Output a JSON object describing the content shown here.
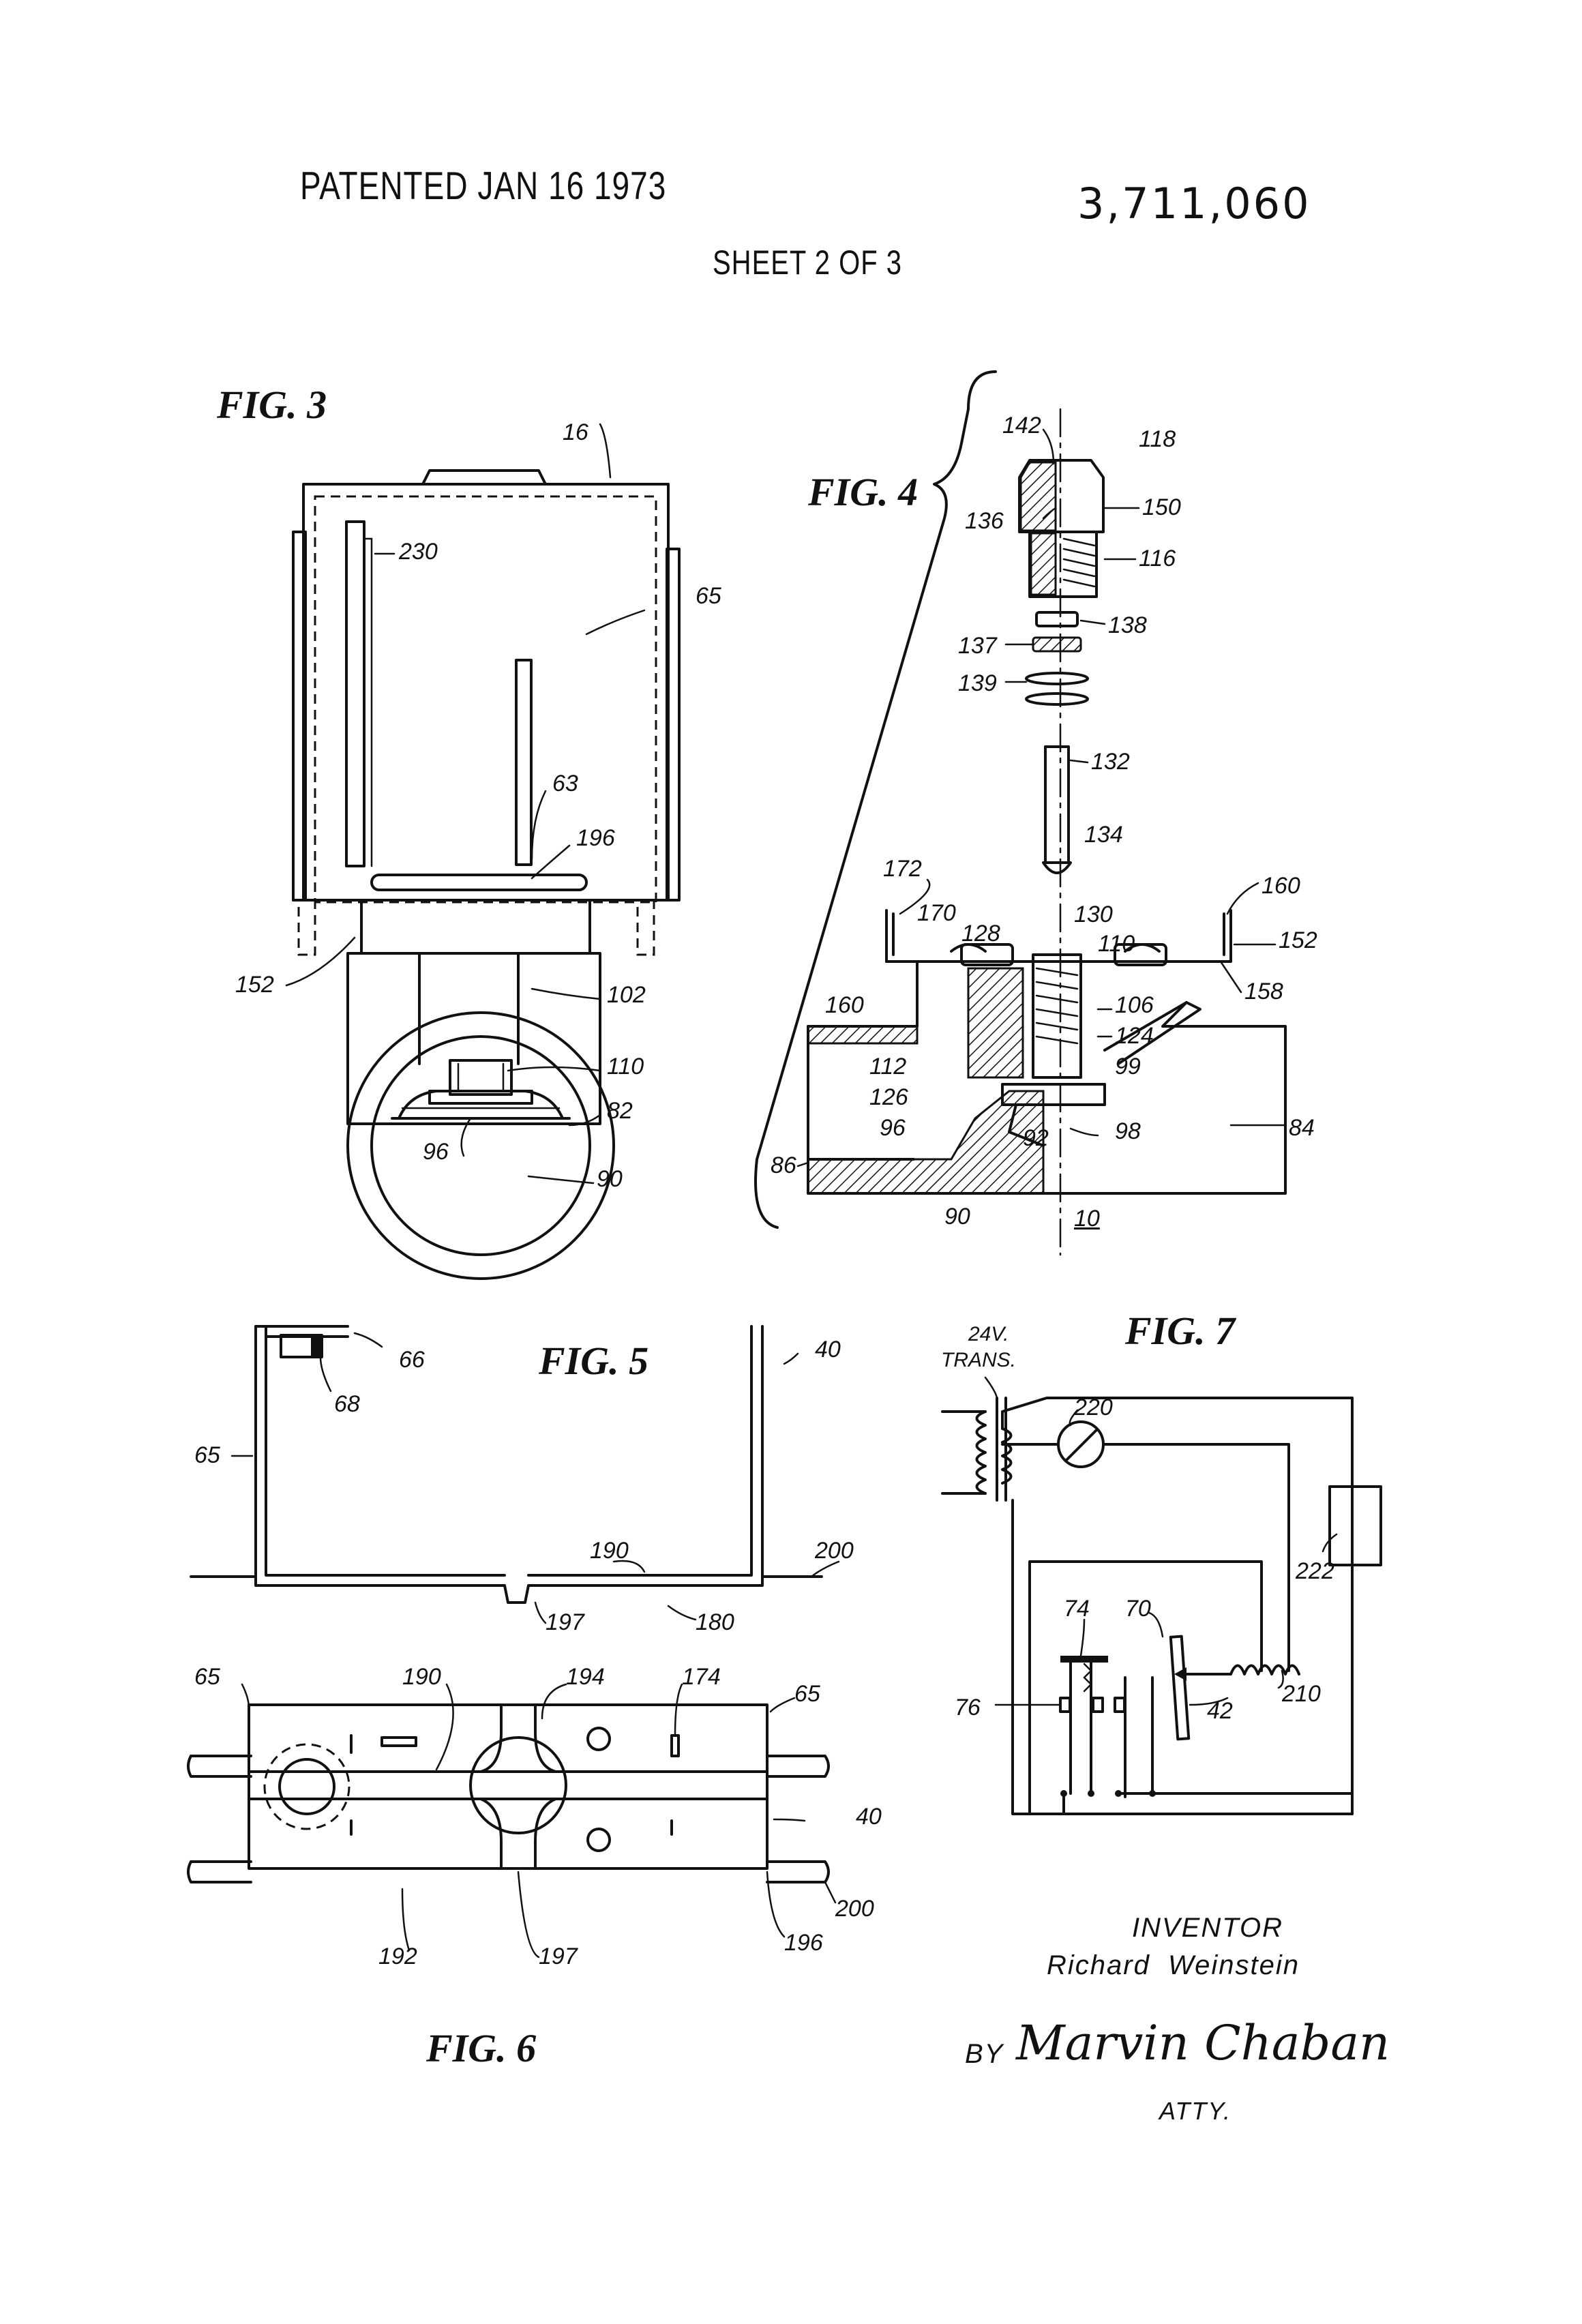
{
  "header": {
    "patented": "PATENTED JAN 16 1973",
    "patent_number": "3,711,060",
    "sheet": "SHEET 2 OF 3"
  },
  "figures": {
    "fig3": {
      "title": "FIG. 3",
      "refs": [
        "16",
        "230",
        "65",
        "63",
        "196",
        "152",
        "102",
        "110",
        "82",
        "96",
        "90"
      ]
    },
    "fig4": {
      "title": "FIG. 4",
      "refs": [
        "142",
        "118",
        "136",
        "150",
        "116",
        "138",
        "137",
        "139",
        "132",
        "134",
        "172",
        "170",
        "160",
        "128",
        "130",
        "110",
        "152",
        "158",
        "160",
        "106",
        "124",
        "112",
        "99",
        "126",
        "96",
        "98",
        "92",
        "86",
        "84",
        "90",
        "10"
      ]
    },
    "fig5": {
      "title": "FIG. 5",
      "refs": [
        "66",
        "68",
        "40",
        "65",
        "190",
        "200",
        "197",
        "180"
      ]
    },
    "fig6": {
      "title": "FIG. 6",
      "refs": [
        "65",
        "190",
        "194",
        "174",
        "65",
        "40",
        "200",
        "196",
        "197",
        "192"
      ]
    },
    "fig7": {
      "title": "FIG. 7",
      "refs": [
        "24V.",
        "TRANS.",
        "220",
        "222",
        "74",
        "70",
        "76",
        "42",
        "210"
      ]
    }
  },
  "inventor": {
    "label": "INVENTOR",
    "name": "Richard  Weinstein",
    "by": "BY",
    "attorney_signature": "Marvin Chaban",
    "atty": "ATTY."
  }
}
